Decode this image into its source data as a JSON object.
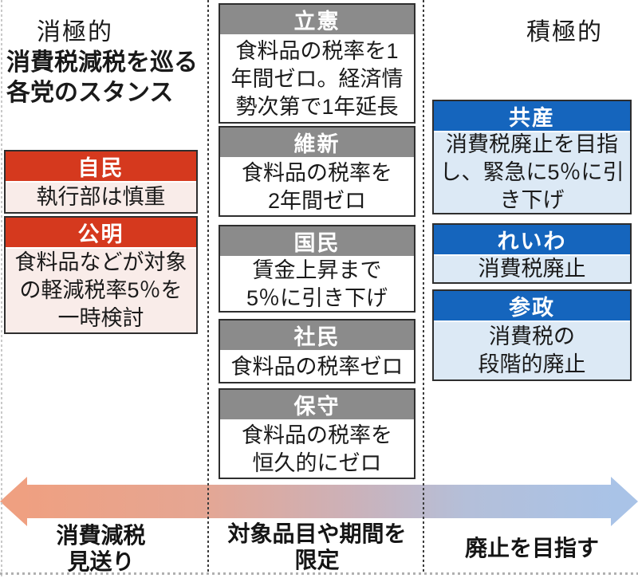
{
  "title": "消費税減税を巡る\n各党のスタンス",
  "groups": {
    "reluctant": {
      "parties": [
        {
          "name": "自民",
          "stance": "執行部は慎重"
        },
        {
          "name": "公明",
          "stance": "食料品などが対象\nの軽減税率5％を\n一時検討"
        }
      ]
    },
    "limited": {
      "parties": [
        {
          "name": "立憲",
          "stance": "食料品の税率を1\n年間ゼロ。経済情\n勢次第で1年延長"
        },
        {
          "name": "維新",
          "stance": "食料品の税率を\n2年間ゼロ"
        },
        {
          "name": "国民",
          "stance": "賃金上昇まで\n5％に引き下げ"
        },
        {
          "name": "社民",
          "stance": "食料品の税率ゼロ"
        },
        {
          "name": "保守",
          "stance": "食料品の税率を\n恒久的にゼロ"
        }
      ]
    },
    "abolition": {
      "parties": [
        {
          "name": "共産",
          "stance": "消費税廃止を目指\nし、緊急に5％に引\nき下げ"
        },
        {
          "name": "れいわ",
          "stance": "消費税廃止"
        },
        {
          "name": "参政",
          "stance": "消費税の\n段階的廃止"
        }
      ]
    }
  },
  "axis": {
    "negative_label": "消極的",
    "positive_label": "積極的"
  },
  "footer_labels": {
    "reluctant": "消費減税\n見送り",
    "limited": "対象品目や期間を\n限定",
    "abolition": "廃止を目指す"
  },
  "colors": {
    "reluctant_header": "#d5391e",
    "reluctant_body_bg": "#f9ece9",
    "limited_header": "#8b8b8b",
    "limited_body_bg": "#ffffff",
    "abolition_header": "#1565bd",
    "abolition_body_bg": "#dce9f5",
    "arrow_gradient_left": "#efa081",
    "arrow_gradient_right": "#a9c3e7"
  }
}
